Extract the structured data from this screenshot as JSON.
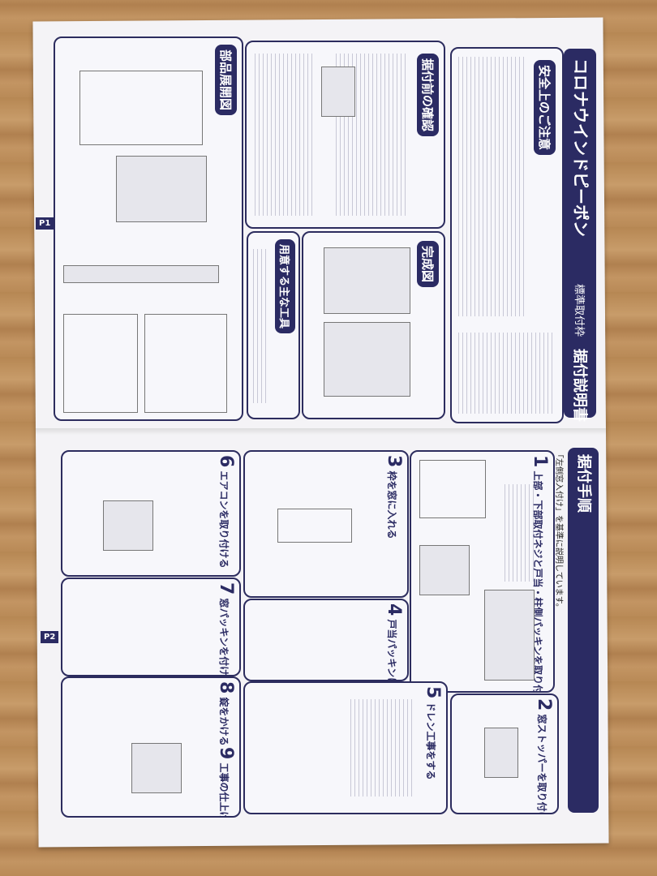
{
  "sheet1": {
    "page": "P1",
    "title": "コロナウインドピーポン",
    "subtitle": "標準取付枠",
    "doc_type": "据付説明書",
    "sections": {
      "safety": "安全上のご注意",
      "precheck": "据付前の確認",
      "complete": "完成図",
      "tools": "用意する主な工具",
      "parts": "部品展開図"
    }
  },
  "sheet2": {
    "page": "P2",
    "header": "据付手順",
    "note": "「左側窓入付け」を基準に説明しています。",
    "steps": [
      {
        "n": "1",
        "label": "上部・下部取付ネジと戸当・柱側パッキンを取り付ける"
      },
      {
        "n": "2",
        "label": "窓ストッパーを取り付ける"
      },
      {
        "n": "3",
        "label": "枠を窓に入れる"
      },
      {
        "n": "4",
        "label": "戸当パッキンに切り込みを入れる"
      },
      {
        "n": "5",
        "label": "ドレン工事をする"
      },
      {
        "n": "6",
        "label": "エアコンを取り付ける"
      },
      {
        "n": "7",
        "label": "窓パッキンを付ける"
      },
      {
        "n": "8",
        "label": "錠をかける"
      },
      {
        "n": "9",
        "label": "工事の仕上げへ(裏面)"
      }
    ]
  },
  "colors": {
    "ink": "#2b2b63",
    "paper": "#f4f3f6",
    "wood": "#c39563"
  }
}
